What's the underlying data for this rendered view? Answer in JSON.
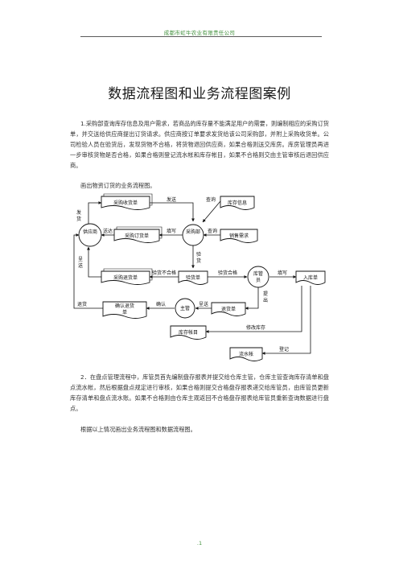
{
  "header": {
    "company": "成都市虹牛农业有限责任公司"
  },
  "title": "数据流程图和业务流程图案例",
  "paragraphs": {
    "p1": "1.采购部查询库存信息及用户需求，若商品的库存量不能满足用户的需要，则编制相应的采购订货单，并交送给供应商提出订货请求。供应商按订单要求发货给该公司采购部，并附上采购收货单。公司检验人员在验货后，发现货物不合格，将货物退回供应商，如果合格则送交库房。库房管理员再进一步审核货物是否合格，如果合格则登记流水帐和库存帐目，如果不合格则交由主管审核后退回供应商。",
    "p1_task": "画出物资订货的业务流程图。",
    "p2": "2．在盘点管理流程中，库管员首先编制盘存报表并提交给仓库主管，仓库主管查询库存清单和盘点流水帐，然后根据盘点规定进行审核，如果合格则提交合格盘存报表递交给库管员，由库管员更新库存清单和盘点流水账。如果不合格则由仓库主观返回不合格盘存报表给库管员重新查询数据进行盘点。",
    "p2_task": "根据以上情况画出业务流程图和数据流程图。"
  },
  "diagram": {
    "nodes": {
      "supplier": "供应商",
      "purchasing": "采购部",
      "warehouse_keeper_1": "库管",
      "warehouse_keeper_2": "员",
      "manager": "主管",
      "receipt_doc": "采购收货单",
      "inventory_info": "库存信息",
      "order_doc": "采购订货单",
      "sales_demand": "销售需求",
      "return_doc": "采购退货单",
      "inspection_doc": "验货单",
      "inbound_doc": "入库单",
      "confirm_return_1": "确认退货",
      "confirm_return_2": "单",
      "return_goods_doc": "退货单",
      "inventory_ledger": "库存帐目",
      "journal": "流水帐"
    },
    "labels": {
      "ship_1": "发",
      "ship_2": "货",
      "send_out": "发送",
      "query_1": "查询",
      "deliver_1": "送达",
      "fill_in_1": "填写",
      "query_2": "查询",
      "inspect_1": "验",
      "inspect_2": "货",
      "deliver_2a": "呈",
      "deliver_2b": "送",
      "inspect_fail": "验货不合格",
      "inspect_pass": "验货合格",
      "fill_in_2": "填写",
      "raise_1": "提",
      "raise_2": "出",
      "return_goods": "退货",
      "confirm": "确认",
      "deliver_3": "呈送",
      "modify_inventory": "修改库存",
      "register": "登记"
    }
  },
  "footer": {
    "page": ".1"
  }
}
